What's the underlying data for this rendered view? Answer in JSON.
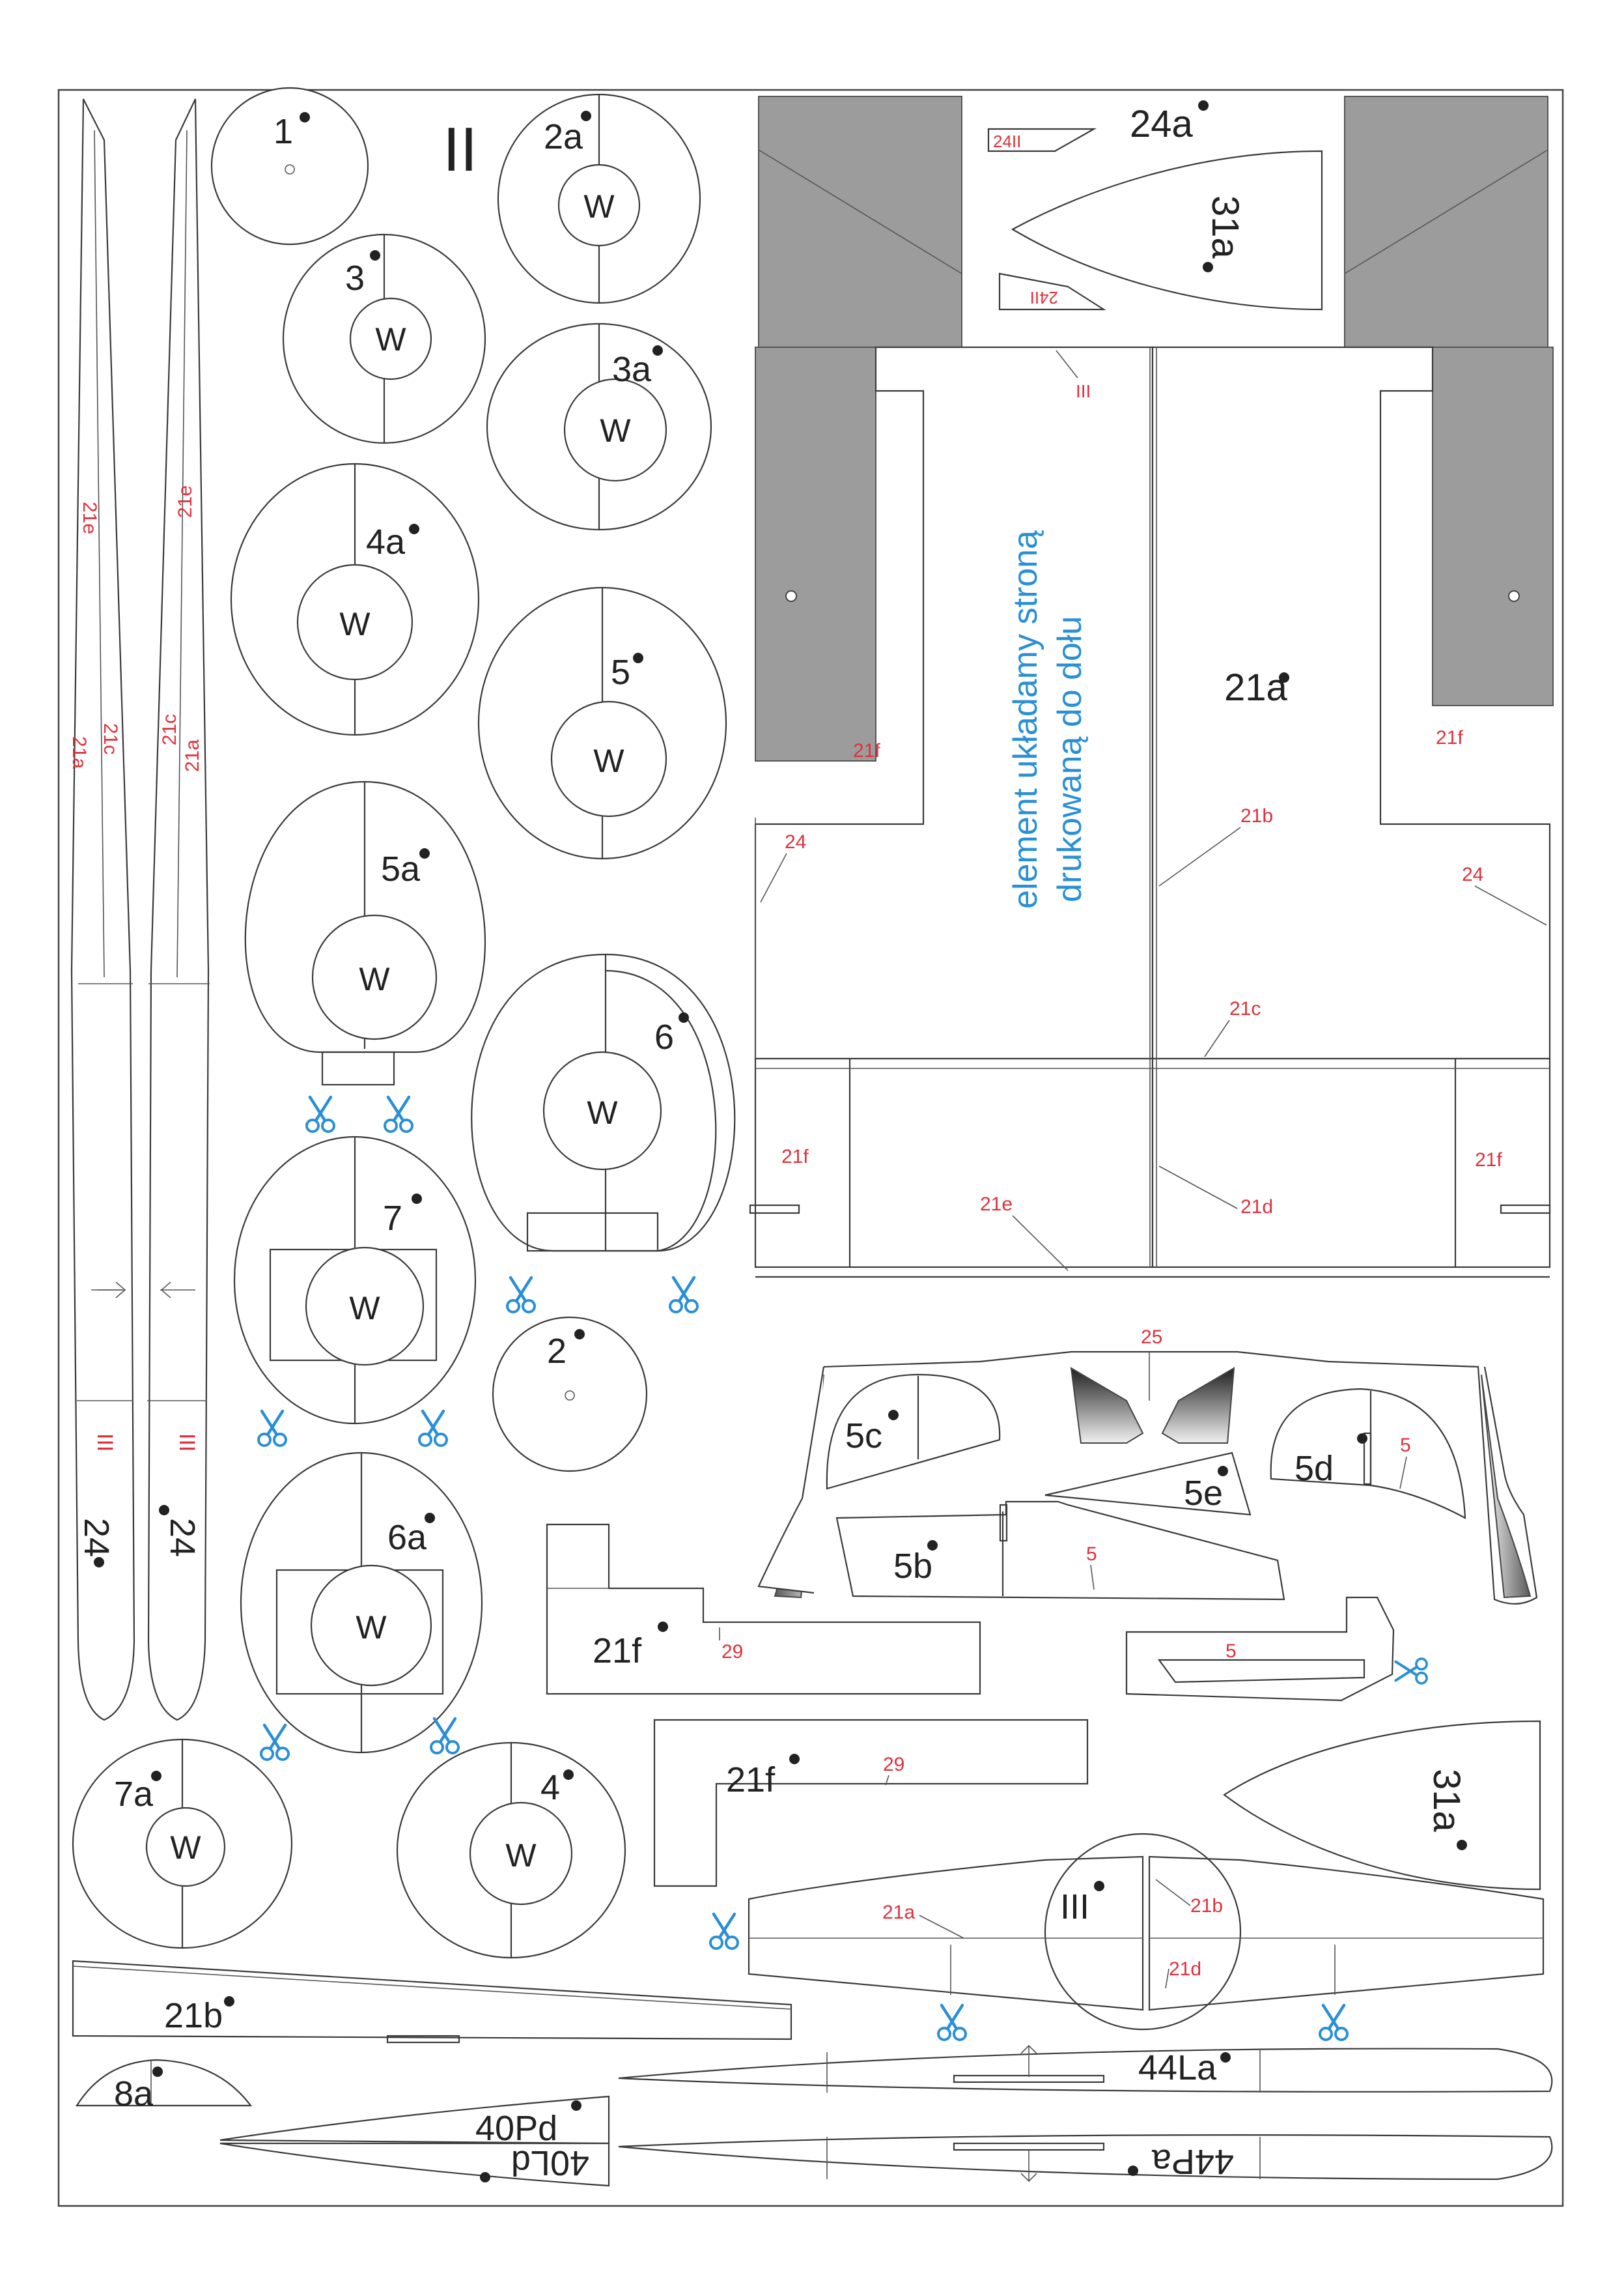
{
  "sheet_number": "II",
  "discs": [
    {
      "id": "d1",
      "label": "1"
    },
    {
      "id": "d2a",
      "label": "2a",
      "hole": "W"
    },
    {
      "id": "d3",
      "label": "3",
      "hole": "W"
    },
    {
      "id": "d3a",
      "label": "3a",
      "hole": "W"
    },
    {
      "id": "d4a",
      "label": "4a",
      "hole": "W"
    },
    {
      "id": "d5",
      "label": "5",
      "hole": "W"
    },
    {
      "id": "d5a",
      "label": "5a",
      "hole": "W"
    },
    {
      "id": "d6",
      "label": "6",
      "hole": "W"
    },
    {
      "id": "d7",
      "label": "7",
      "hole": "W"
    },
    {
      "id": "d2",
      "label": "2"
    },
    {
      "id": "d6a",
      "label": "6a",
      "hole": "W"
    },
    {
      "id": "d7a",
      "label": "7a",
      "hole": "W"
    },
    {
      "id": "d4",
      "label": "4",
      "hole": "W"
    }
  ],
  "strips": {
    "left_label": "24",
    "right_label": "24",
    "marks_left": [
      "21e",
      "21a",
      "21c"
    ],
    "marks_right": [
      "21e",
      "21c",
      "21a"
    ],
    "roman": "III"
  },
  "wing_panel": {
    "title_lines": [
      "element układamy stroną",
      "drukowaną do dołu"
    ],
    "label_21a": "21a",
    "roman_III": "III",
    "label_24a": "24a",
    "label_24II_top": "24II",
    "label_24II_bottom": "24II",
    "label_31a_top": "31a",
    "marks": [
      "21f",
      "21f",
      "24",
      "21b",
      "24",
      "21c",
      "21f",
      "21e",
      "21d",
      "21f"
    ]
  },
  "parts": {
    "p25": "25",
    "p5c": "5c",
    "p5e": "5e",
    "p5d": "5d",
    "p5d_mark": "5",
    "p5b": "5b",
    "p5b_mark": "5",
    "p21f_a": "21f",
    "p21f_a_mark": "29",
    "p5_piece_mark": "5",
    "p21f_b": "21f",
    "p21f_b_mark": "29",
    "p31a_b": "31a",
    "p21b": "21b",
    "p8a": "8a",
    "p40Pd": "40Pd",
    "p40Ld": "40Ld",
    "p44La": "44La",
    "p44Pa": "44Pa",
    "tail_III": "III",
    "tail_21a": "21a",
    "tail_21b": "21b",
    "tail_21d": "21d"
  },
  "colors": {
    "line": "#3a3a3a",
    "red_marks": "#e0313b",
    "blue_text": "#2a8fd6",
    "grey_fill": "#9c9c9c"
  }
}
